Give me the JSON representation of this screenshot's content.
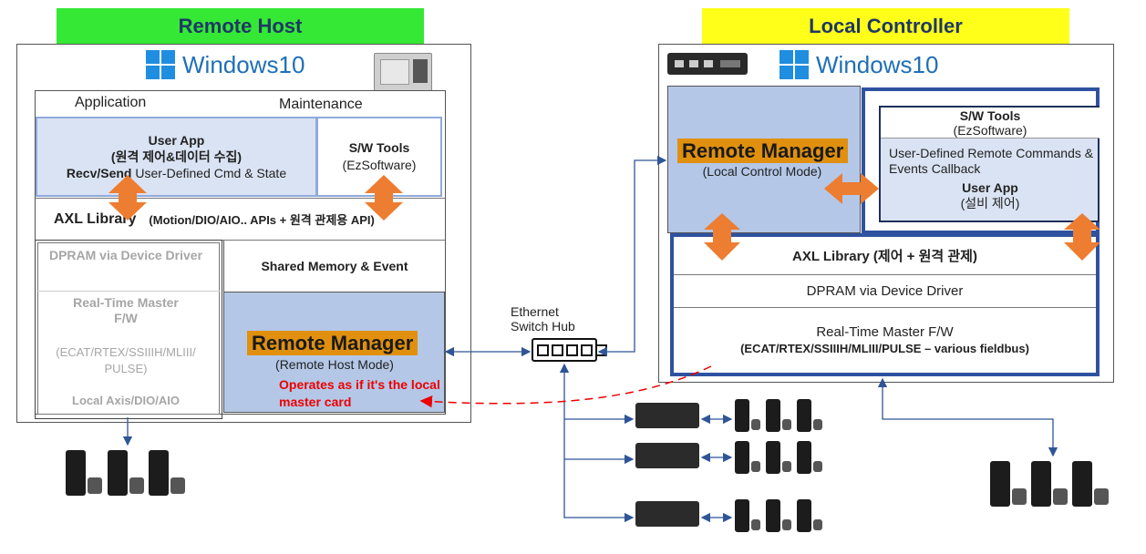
{
  "remote_host": {
    "header": "Remote Host",
    "os_label": "Windows",
    "os_version": "10",
    "application_label": "Application",
    "maintenance_label": "Maintenance",
    "user_app": {
      "title": "User App",
      "subtitle": "(원격 제어&데이터 수집)",
      "line3_bold": "Recv/Send",
      "line3_rest": " User-Defined Cmd & State"
    },
    "sw_tools": {
      "title": "S/W Tools",
      "subtitle": "(EzSoftware)"
    },
    "axl_library": {
      "title": "AXL Library",
      "apis": "(Motion/DIO/AIO.. APIs + 원격 관제용 API)"
    },
    "dpram": "DPRAM via Device Driver",
    "realtime_fw": "Real-Time Master F/W",
    "fieldbus": "(ECAT/RTEX/SSIIIH/MLIII/ PULSE)",
    "local_axis": "Local Axis/DIO/AIO",
    "shared_memory": "Shared Memory & Event",
    "remote_manager": {
      "title": "Remote Manager",
      "mode": "(Remote Host Mode)"
    },
    "note": "Operates as if it's the local master card"
  },
  "local_controller": {
    "header": "Local Controller",
    "os_label": "Windows",
    "os_version": "10",
    "remote_manager": {
      "title": "Remote Manager",
      "mode": "(Local Control Mode)"
    },
    "sw_tools": {
      "title": "S/W Tools",
      "subtitle": "(EzSoftware)"
    },
    "callback": "User-Defined Remote Commands & Events Callback",
    "user_app": {
      "title": "User App",
      "subtitle": "(설비 제어)"
    },
    "axl_library": "AXL Library (제어 + 원격 관제)",
    "dpram": "DPRAM via Device Driver",
    "realtime_fw": "Real-Time Master F/W",
    "fieldbus": "(ECAT/RTEX/SSIIIH/MLIII/PULSE – various fieldbus)"
  },
  "switch_hub": {
    "line1": "Ethernet",
    "line2": "Switch Hub"
  },
  "colors": {
    "remote_header_bg": "#35e835",
    "local_header_bg": "#ffff1a",
    "rm_panel_bg": "#b4c7e7",
    "light_panel_bg": "#dae3f3",
    "accent_orange": "#ed7d31",
    "rm_label_bg": "#e0900e",
    "link_blue": "#2f5597",
    "border_dark_blue": "#2f52a0",
    "note_red": "#ee0000"
  }
}
